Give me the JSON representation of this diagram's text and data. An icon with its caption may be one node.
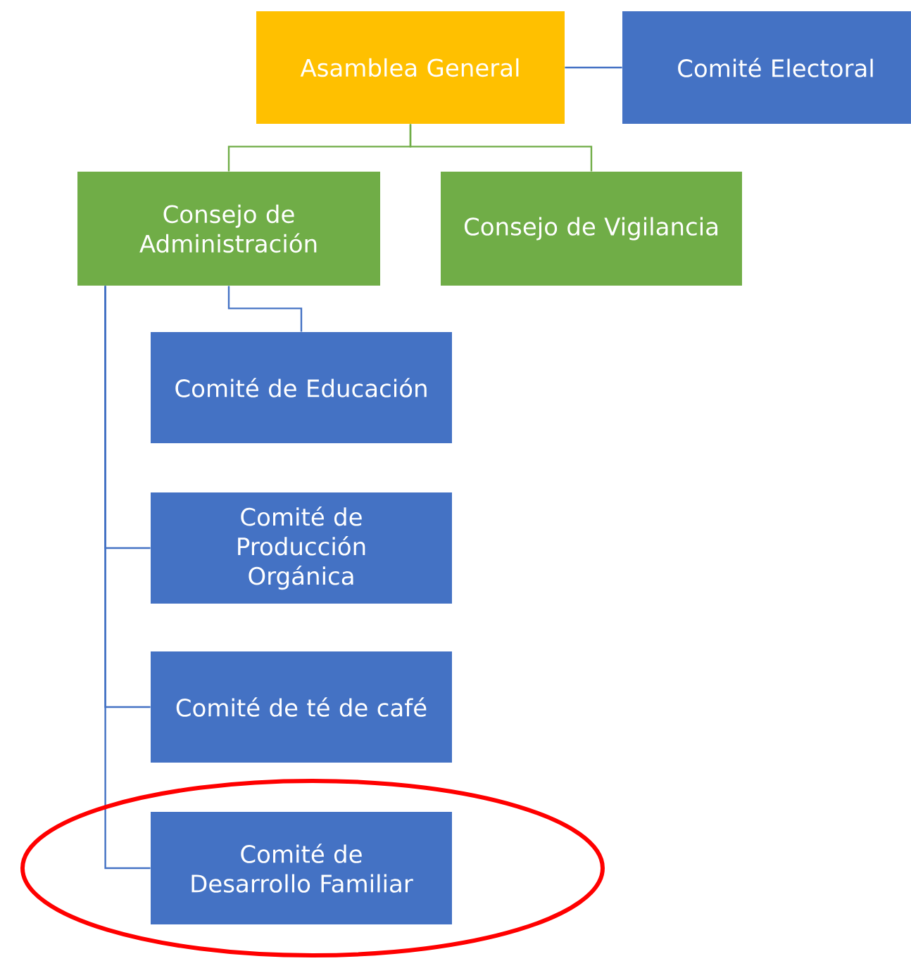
{
  "diagram": {
    "nodes": [
      {
        "text": [
          "Asamblea General"
        ]
      },
      {
        "text": [
          "Comité Electoral"
        ]
      },
      {
        "text": [
          "Consejo de Administración"
        ]
      },
      {
        "text": [
          "Consejo de Vigilancia"
        ]
      },
      {
        "text": [
          "Comité de Educación"
        ]
      },
      {
        "text": [
          "Comité de Producción Orgánica"
        ]
      },
      {
        "text": [
          "Comité de té de café"
        ]
      },
      {
        "text": [
          "Comité de Desarrollo Familiar"
        ]
      }
    ],
    "edges": [
      {
        "from": 0,
        "to": 1,
        "arrow": "none"
      },
      {
        "from": 0,
        "to": 2,
        "arrow": "none",
        "color": "#70ad47"
      },
      {
        "from": 0,
        "to": 3,
        "arrow": "none",
        "color": "#70ad47"
      },
      {
        "from": 2,
        "to": 4,
        "arrow": "none"
      },
      {
        "from": 2,
        "to": 5,
        "arrow": "none"
      },
      {
        "from": 2,
        "to": 6,
        "arrow": "none"
      },
      {
        "from": 2,
        "to": 7,
        "arrow": "none"
      }
    ]
  }
}
